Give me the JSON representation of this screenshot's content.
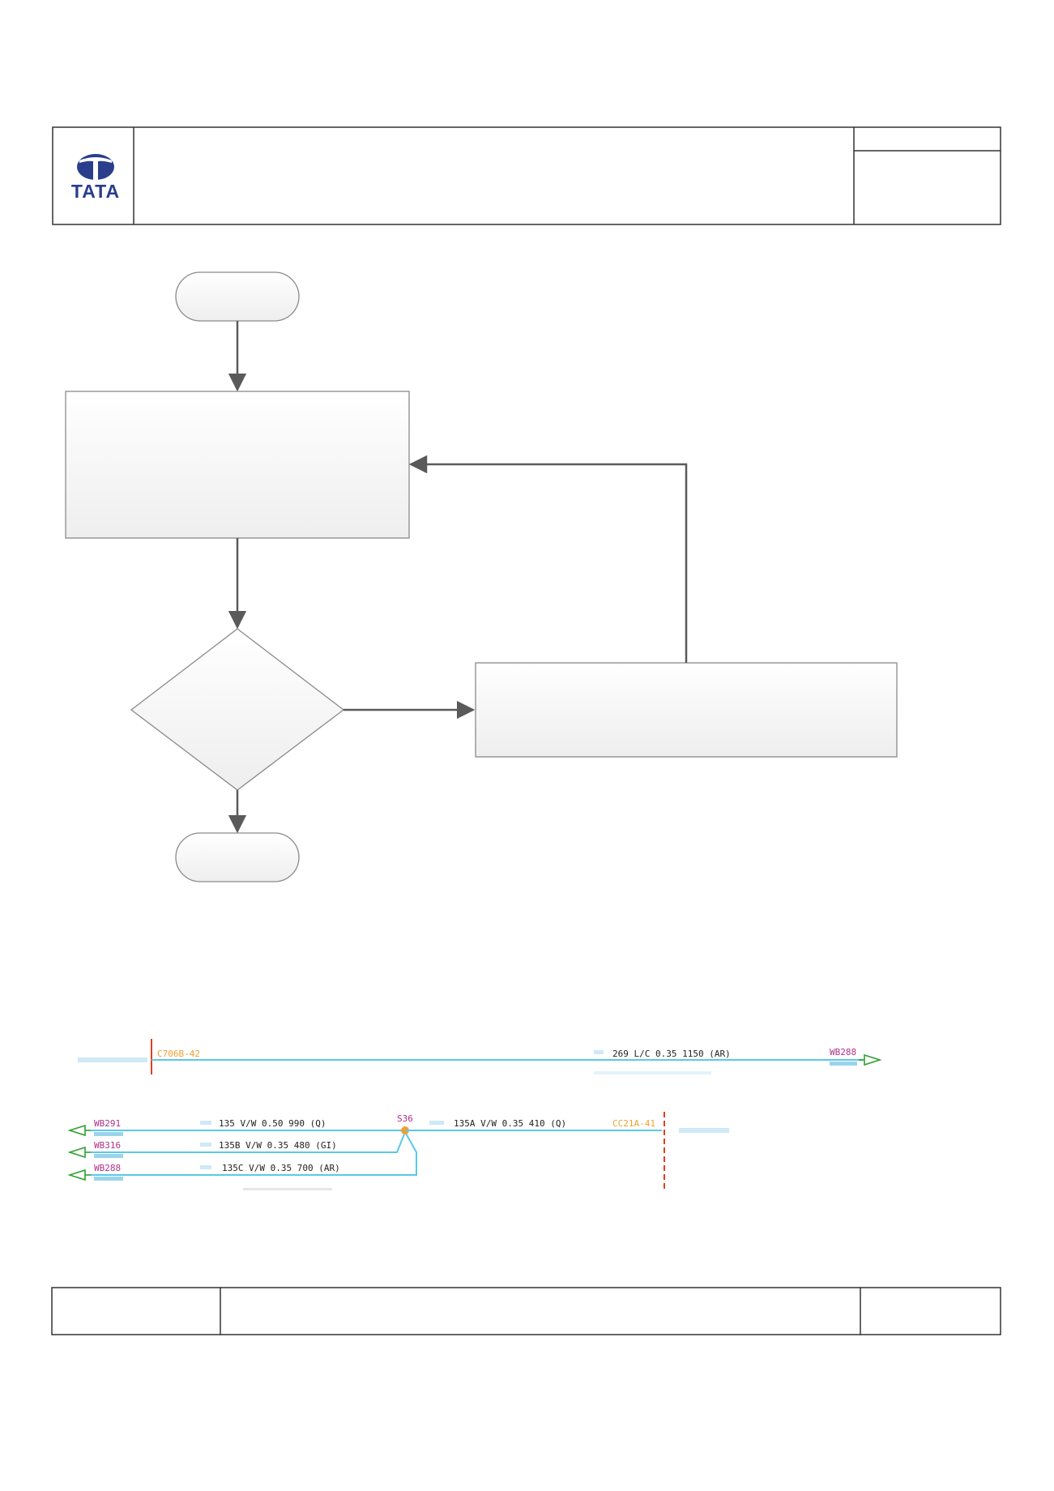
{
  "header": {
    "logo_text": "TATA",
    "colors": {
      "logo": "#2a3e8c",
      "border": "#333333"
    }
  },
  "flowchart": {
    "colors": {
      "shape_stroke": "#8a8a8a",
      "arrow": "#5a5a5a",
      "fill_top": "#ffffff",
      "fill_bottom": "#eeeeee"
    }
  },
  "wiring": {
    "colors": {
      "wire": "#5bc8e8",
      "tag": "#b0308a",
      "conn": "#f0a030",
      "marker": "#e04020",
      "arrow": "#30a030",
      "faint": "#9ad4ec"
    },
    "top": {
      "connector_label": "C706B-42",
      "wire_label": "269 L/C 0.35 1150 (AR)",
      "dest_tag": "WB288"
    },
    "bottom": {
      "rows": [
        {
          "tag": "WB291",
          "wire_label": "135 V/W 0.50 990 (Q)"
        },
        {
          "tag": "WB316",
          "wire_label": "135B V/W 0.35 480 (GI)"
        },
        {
          "tag": "WB288",
          "wire_label": "135C V/W 0.35 700 (AR)"
        }
      ],
      "splice_label": "S36",
      "main_wire_label": "135A V/W 0.35 410 (Q)",
      "connector_label": "CC21A-41"
    }
  }
}
